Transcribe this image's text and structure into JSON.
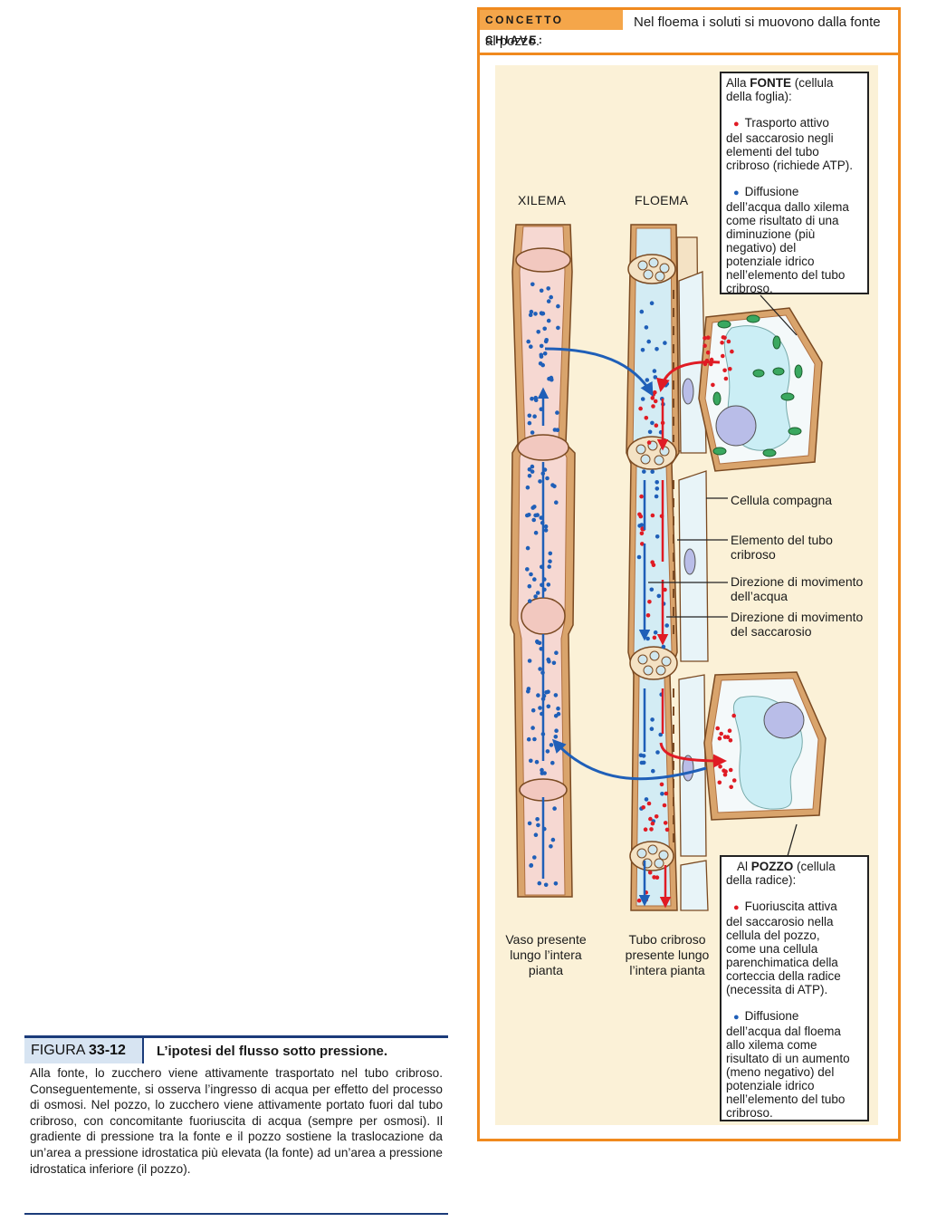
{
  "key_concept": {
    "tag": "CONCETTO CHIAVE:",
    "text_line1": "Nel floema i soluti si muovono dalla fonte",
    "text_line2": "al pozzo."
  },
  "diagram": {
    "xylem_title": "XILEMA",
    "phloem_title": "FLOEMA",
    "xylem_caption": [
      "Vaso presente",
      "lungo l’intera",
      "pianta"
    ],
    "phloem_caption": [
      "Tubo cribroso",
      "presente lungo",
      "l’intera pianta"
    ],
    "source_box": {
      "prefix": "Alla ",
      "keyword": "FONTE",
      "suffix": " (cellula",
      "line2": "della foglia):",
      "item1": [
        "Trasporto attivo",
        "del saccarosio negli",
        "elementi del tubo",
        "cribroso (richiede ATP)."
      ],
      "item2": [
        "Diffusione",
        "dell’acqua dallo xilema",
        "come risultato di una",
        "diminuzione (più",
        "negativo) del",
        "potenziale idrico",
        "nell’elemento del tubo",
        "cribroso."
      ]
    },
    "sink_box": {
      "prefix": "Al ",
      "keyword": "POZZO",
      "suffix": " (cellula",
      "line2": "della radice):",
      "item1": [
        "Fuoriuscita attiva",
        "del saccarosio nella",
        "cellula del pozzo,",
        "come una cellula",
        "parenchimatica della",
        "corteccia della radice",
        "(necessita di ATP)."
      ],
      "item2": [
        "Diffusione",
        "dell’acqua dal floema",
        "allo xilema come",
        "risultato di un aumento",
        "(meno negativo) del",
        "potenziale idrico",
        "nell’elemento del tubo",
        "cribroso."
      ]
    },
    "labels": {
      "companion_cell": "Cellula compagna",
      "sieve_element": [
        "Elemento del tubo",
        "cribroso"
      ],
      "water_direction": [
        "Direzione di movimento",
        "dell’acqua"
      ],
      "sucrose_direction": [
        "Direzione di movimento",
        "del saccarosio"
      ]
    },
    "colors": {
      "water": "#1f5fb8",
      "sucrose": "#e01b24",
      "frame": "#f08a1e",
      "cell_wall": "#d9a46c"
    }
  },
  "figure": {
    "label": "FIGURA",
    "number": "33-12",
    "title": "L’ipotesi del flusso sotto pressione.",
    "body": "Alla fonte, lo zucchero viene attivamente trasportato nel tubo cribroso. Conseguentemente, si osserva l’ingresso di acqua per effetto del processo di osmosi. Nel pozzo, lo zucchero viene attivamente portato fuori dal tubo cribroso, con concomitante fuoriuscita di acqua (sempre per osmosi). Il gradiente di pressione tra la fonte e il pozzo sostiene la traslocazione da un’area a pressione idrostatica più elevata (la fonte) ad un’area a pressione idrostatica inferiore (il pozzo)."
  }
}
